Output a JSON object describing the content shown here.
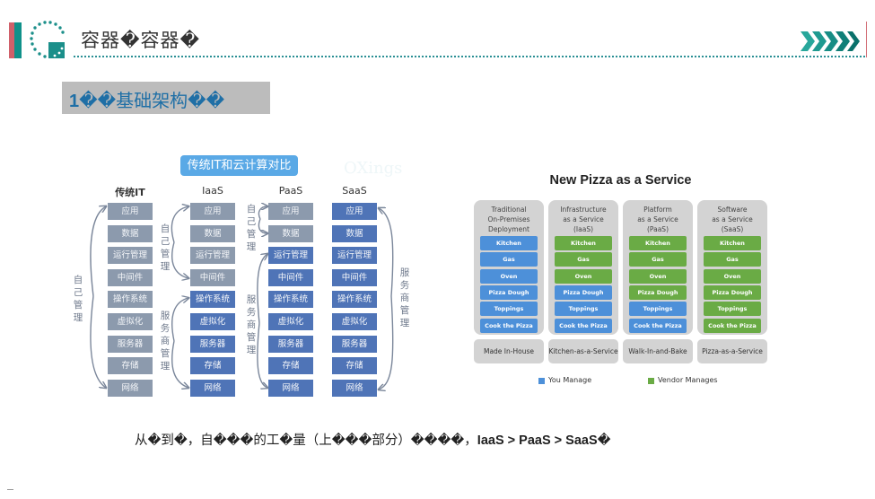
{
  "header": {
    "title": "容器�容器�",
    "chevron_icon": "double-chevron-right-icon"
  },
  "section": {
    "number": "1",
    "title": "��基础架构��"
  },
  "left_diagram": {
    "title": "传统IT和云计算对比",
    "watermark": "OXings",
    "columns": [
      {
        "head": "传统IT",
        "cells": [
          {
            "label": "应用",
            "managed_by": "self"
          },
          {
            "label": "数据",
            "managed_by": "self"
          },
          {
            "label": "运行管理",
            "managed_by": "self"
          },
          {
            "label": "中间件",
            "managed_by": "self"
          },
          {
            "label": "操作系统",
            "managed_by": "self"
          },
          {
            "label": "虚拟化",
            "managed_by": "self"
          },
          {
            "label": "服务器",
            "managed_by": "self"
          },
          {
            "label": "存储",
            "managed_by": "self"
          },
          {
            "label": "网络",
            "managed_by": "self"
          }
        ]
      },
      {
        "head": "IaaS",
        "cells": [
          {
            "label": "应用",
            "managed_by": "self"
          },
          {
            "label": "数据",
            "managed_by": "self"
          },
          {
            "label": "运行管理",
            "managed_by": "self"
          },
          {
            "label": "中间件",
            "managed_by": "self"
          },
          {
            "label": "操作系统",
            "managed_by": "vendor"
          },
          {
            "label": "虚拟化",
            "managed_by": "vendor"
          },
          {
            "label": "服务器",
            "managed_by": "vendor"
          },
          {
            "label": "存储",
            "managed_by": "vendor"
          },
          {
            "label": "网络",
            "managed_by": "vendor"
          }
        ]
      },
      {
        "head": "PaaS",
        "cells": [
          {
            "label": "应用",
            "managed_by": "self"
          },
          {
            "label": "数据",
            "managed_by": "self"
          },
          {
            "label": "运行管理",
            "managed_by": "vendor"
          },
          {
            "label": "中间件",
            "managed_by": "vendor"
          },
          {
            "label": "操作系统",
            "managed_by": "vendor"
          },
          {
            "label": "虚拟化",
            "managed_by": "vendor"
          },
          {
            "label": "服务器",
            "managed_by": "vendor"
          },
          {
            "label": "存储",
            "managed_by": "vendor"
          },
          {
            "label": "网络",
            "managed_by": "vendor"
          }
        ]
      },
      {
        "head": "SaaS",
        "cells": [
          {
            "label": "应用",
            "managed_by": "vendor"
          },
          {
            "label": "数据",
            "managed_by": "vendor"
          },
          {
            "label": "运行管理",
            "managed_by": "vendor"
          },
          {
            "label": "中间件",
            "managed_by": "vendor"
          },
          {
            "label": "操作系统",
            "managed_by": "vendor"
          },
          {
            "label": "虚拟化",
            "managed_by": "vendor"
          },
          {
            "label": "服务器",
            "managed_by": "vendor"
          },
          {
            "label": "存储",
            "managed_by": "vendor"
          },
          {
            "label": "网络",
            "managed_by": "vendor"
          }
        ]
      }
    ],
    "labels": {
      "self_managed": "自己管理",
      "vendor_managed": "服务商管理"
    },
    "colors": {
      "self": "#8c9aad",
      "vendor": "#4f74b7",
      "title_bg": "#5aa9e6"
    }
  },
  "pizza_diagram": {
    "title": "New Pizza as a Service",
    "columns": [
      {
        "head": "Traditional\nOn-Premises\nDeployment",
        "footer": "Made In-House",
        "cells": [
          {
            "label": "Kitchen",
            "managed_by": "you"
          },
          {
            "label": "Gas",
            "managed_by": "you"
          },
          {
            "label": "Oven",
            "managed_by": "you"
          },
          {
            "label": "Pizza Dough",
            "managed_by": "you"
          },
          {
            "label": "Toppings",
            "managed_by": "you"
          },
          {
            "label": "Cook the Pizza",
            "managed_by": "you"
          }
        ]
      },
      {
        "head": "Infrastructure\nas a Service\n(IaaS)",
        "footer": "Kitchen-as-a-Service",
        "cells": [
          {
            "label": "Kitchen",
            "managed_by": "vendor"
          },
          {
            "label": "Gas",
            "managed_by": "vendor"
          },
          {
            "label": "Oven",
            "managed_by": "vendor"
          },
          {
            "label": "Pizza Dough",
            "managed_by": "you"
          },
          {
            "label": "Toppings",
            "managed_by": "you"
          },
          {
            "label": "Cook the Pizza",
            "managed_by": "you"
          }
        ]
      },
      {
        "head": "Platform\nas a Service\n(PaaS)",
        "footer": "Walk-In-and-Bake",
        "cells": [
          {
            "label": "Kitchen",
            "managed_by": "vendor"
          },
          {
            "label": "Gas",
            "managed_by": "vendor"
          },
          {
            "label": "Oven",
            "managed_by": "vendor"
          },
          {
            "label": "Pizza Dough",
            "managed_by": "vendor"
          },
          {
            "label": "Toppings",
            "managed_by": "you"
          },
          {
            "label": "Cook the Pizza",
            "managed_by": "you"
          }
        ]
      },
      {
        "head": "Software\nas a Service\n(SaaS)",
        "footer": "Pizza-as-a-Service",
        "cells": [
          {
            "label": "Kitchen",
            "managed_by": "vendor"
          },
          {
            "label": "Gas",
            "managed_by": "vendor"
          },
          {
            "label": "Oven",
            "managed_by": "vendor"
          },
          {
            "label": "Pizza Dough",
            "managed_by": "vendor"
          },
          {
            "label": "Toppings",
            "managed_by": "vendor"
          },
          {
            "label": "Cook the Pizza",
            "managed_by": "vendor"
          }
        ]
      }
    ],
    "legend": [
      {
        "label": "You Manage",
        "color": "#4d90d9"
      },
      {
        "label": "Vendor Manages",
        "color": "#6aab45"
      }
    ]
  },
  "bottom": {
    "text_cn": "从�到�，自���的工�量（上���部分）����，",
    "text_en": "IaaS > PaaS > SaaS",
    "text_end": "�"
  }
}
